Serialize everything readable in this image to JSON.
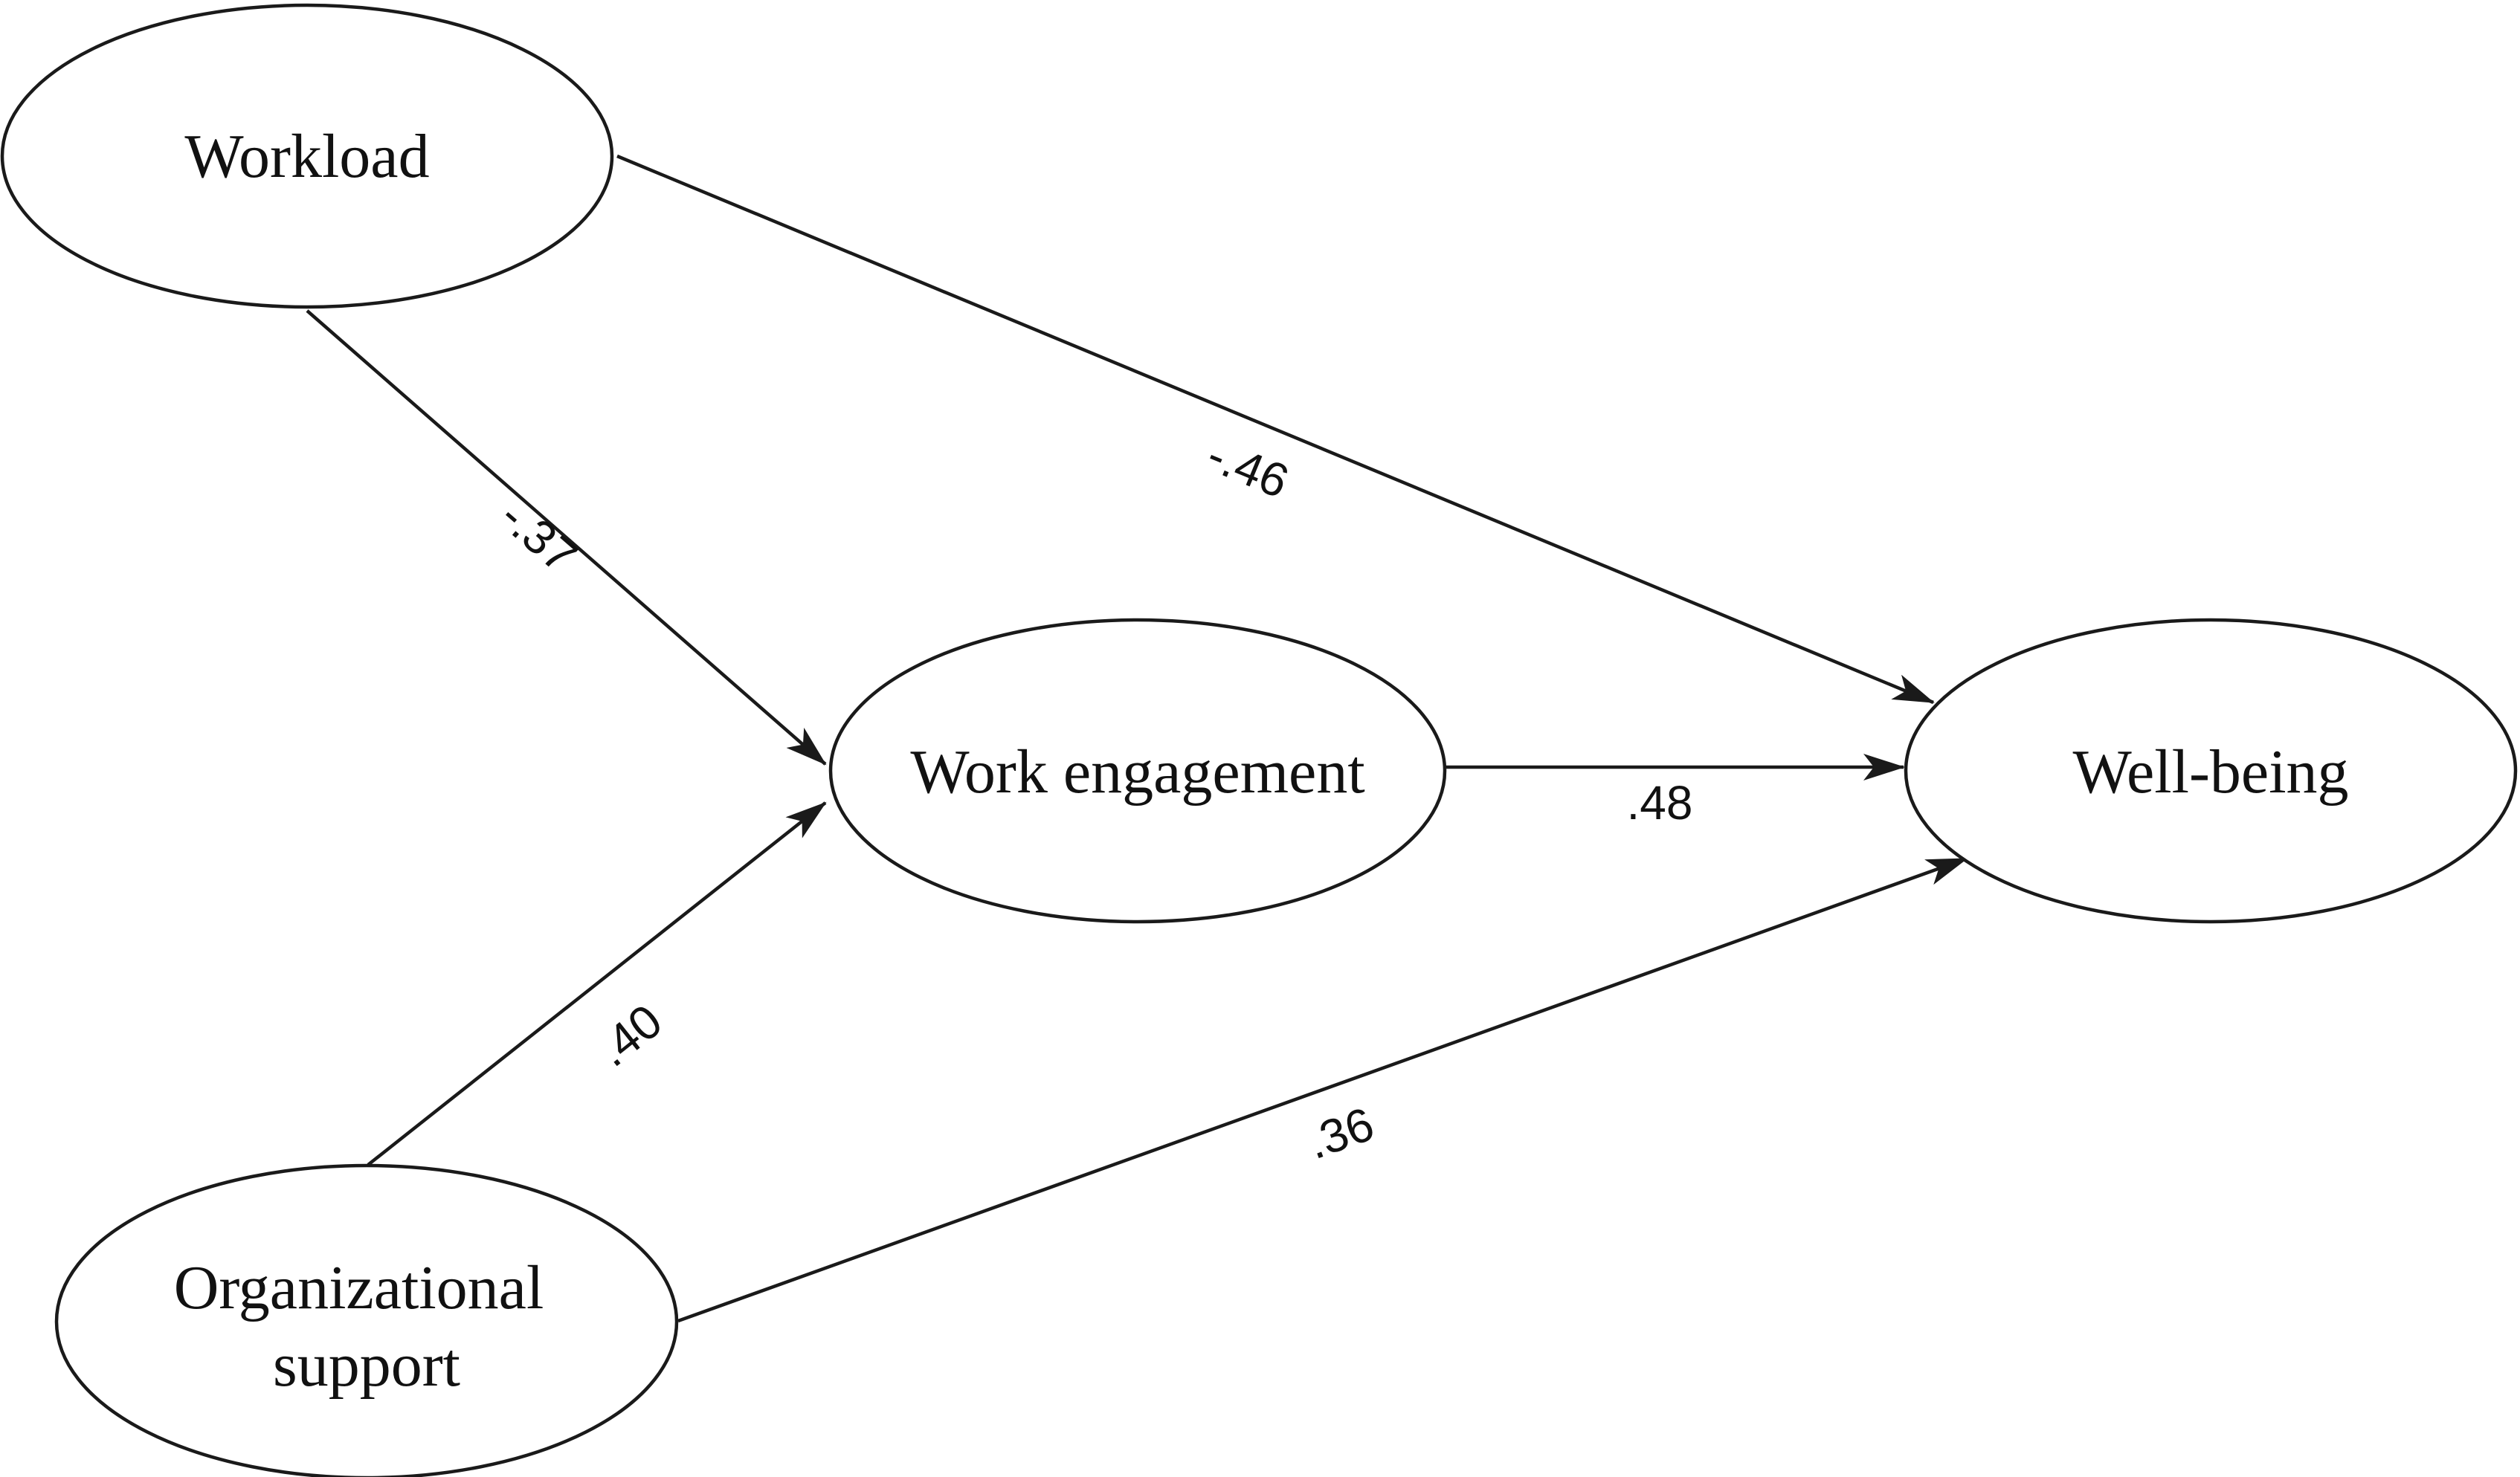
{
  "diagram": {
    "nodes": {
      "workload": {
        "label": "Workload"
      },
      "org_support": {
        "line1": "Organizational",
        "line2": "support"
      },
      "engagement": {
        "label": "Work engagement"
      },
      "wellbeing": {
        "label": "Well-being"
      }
    },
    "edges": {
      "workload_to_engagement": {
        "from": "Workload",
        "to": "Work engagement",
        "coefficient": "-.37"
      },
      "workload_to_wellbeing": {
        "from": "Workload",
        "to": "Well-being",
        "coefficient": "-.46"
      },
      "support_to_engagement": {
        "from": "Organizational support",
        "to": "Work engagement",
        "coefficient": ".40"
      },
      "support_to_wellbeing": {
        "from": "Organizational support",
        "to": "Well-being",
        "coefficient": ".36"
      },
      "engagement_to_wellbeing": {
        "from": "Work engagement",
        "to": "Well-being",
        "coefficient": ".48"
      }
    }
  }
}
